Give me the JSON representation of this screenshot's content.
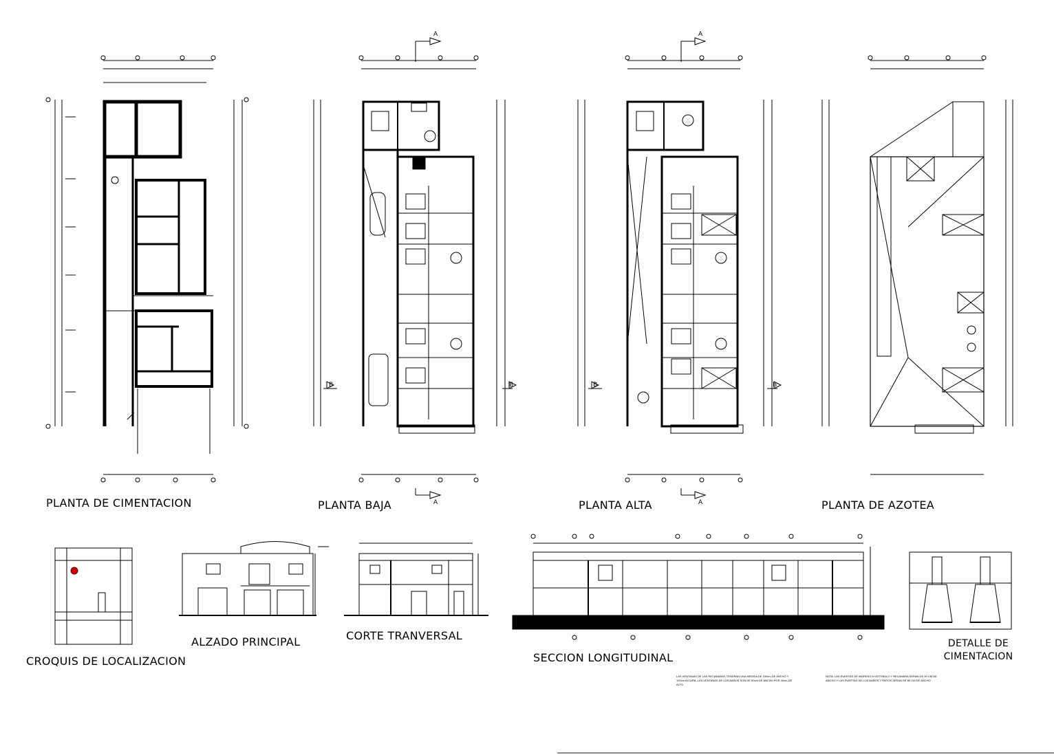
{
  "drawings": {
    "planta_cimentacion": "PLANTA DE CIMENTACION",
    "planta_baja": "PLANTA BAJA",
    "planta_alta": "PLANTA ALTA",
    "planta_azotea": "PLANTA DE AZOTEA",
    "croquis": "CROQUIS DE LOCALIZACION",
    "alzado": "ALZADO PRINCIPAL",
    "corte": "CORTE TRANVERSAL",
    "seccion": "SECCION LONGITUDINAL",
    "detalle_line1": "DETALLE DE",
    "detalle_line2": "CIMENTACION"
  },
  "section_marks": {
    "a": "A",
    "b": "B"
  },
  "notes": {
    "ventanas": "LAS VENTANAS DE LAS RECAMARAS TENDRAN UNA MEDIDA DE 150cm DE ANCHO Y 120cm ALTURA. LAS VENTANAS DE LOS BAÑOS SON DE 60cm DE ANCHO POR 40cm DE ALTO",
    "puertas": "NOTA: LAS PUERTAS DE INGRESO A VESTIBULO Y RECAMARA SERAN DE 90 CM DE ANCHO Y LAS PUERTAS DE LOS BAÑOS Y PATIOS SERAN DE 80 CM DE ANCHO"
  },
  "colors": {
    "ink": "#000000",
    "marker": "#cc0000"
  }
}
